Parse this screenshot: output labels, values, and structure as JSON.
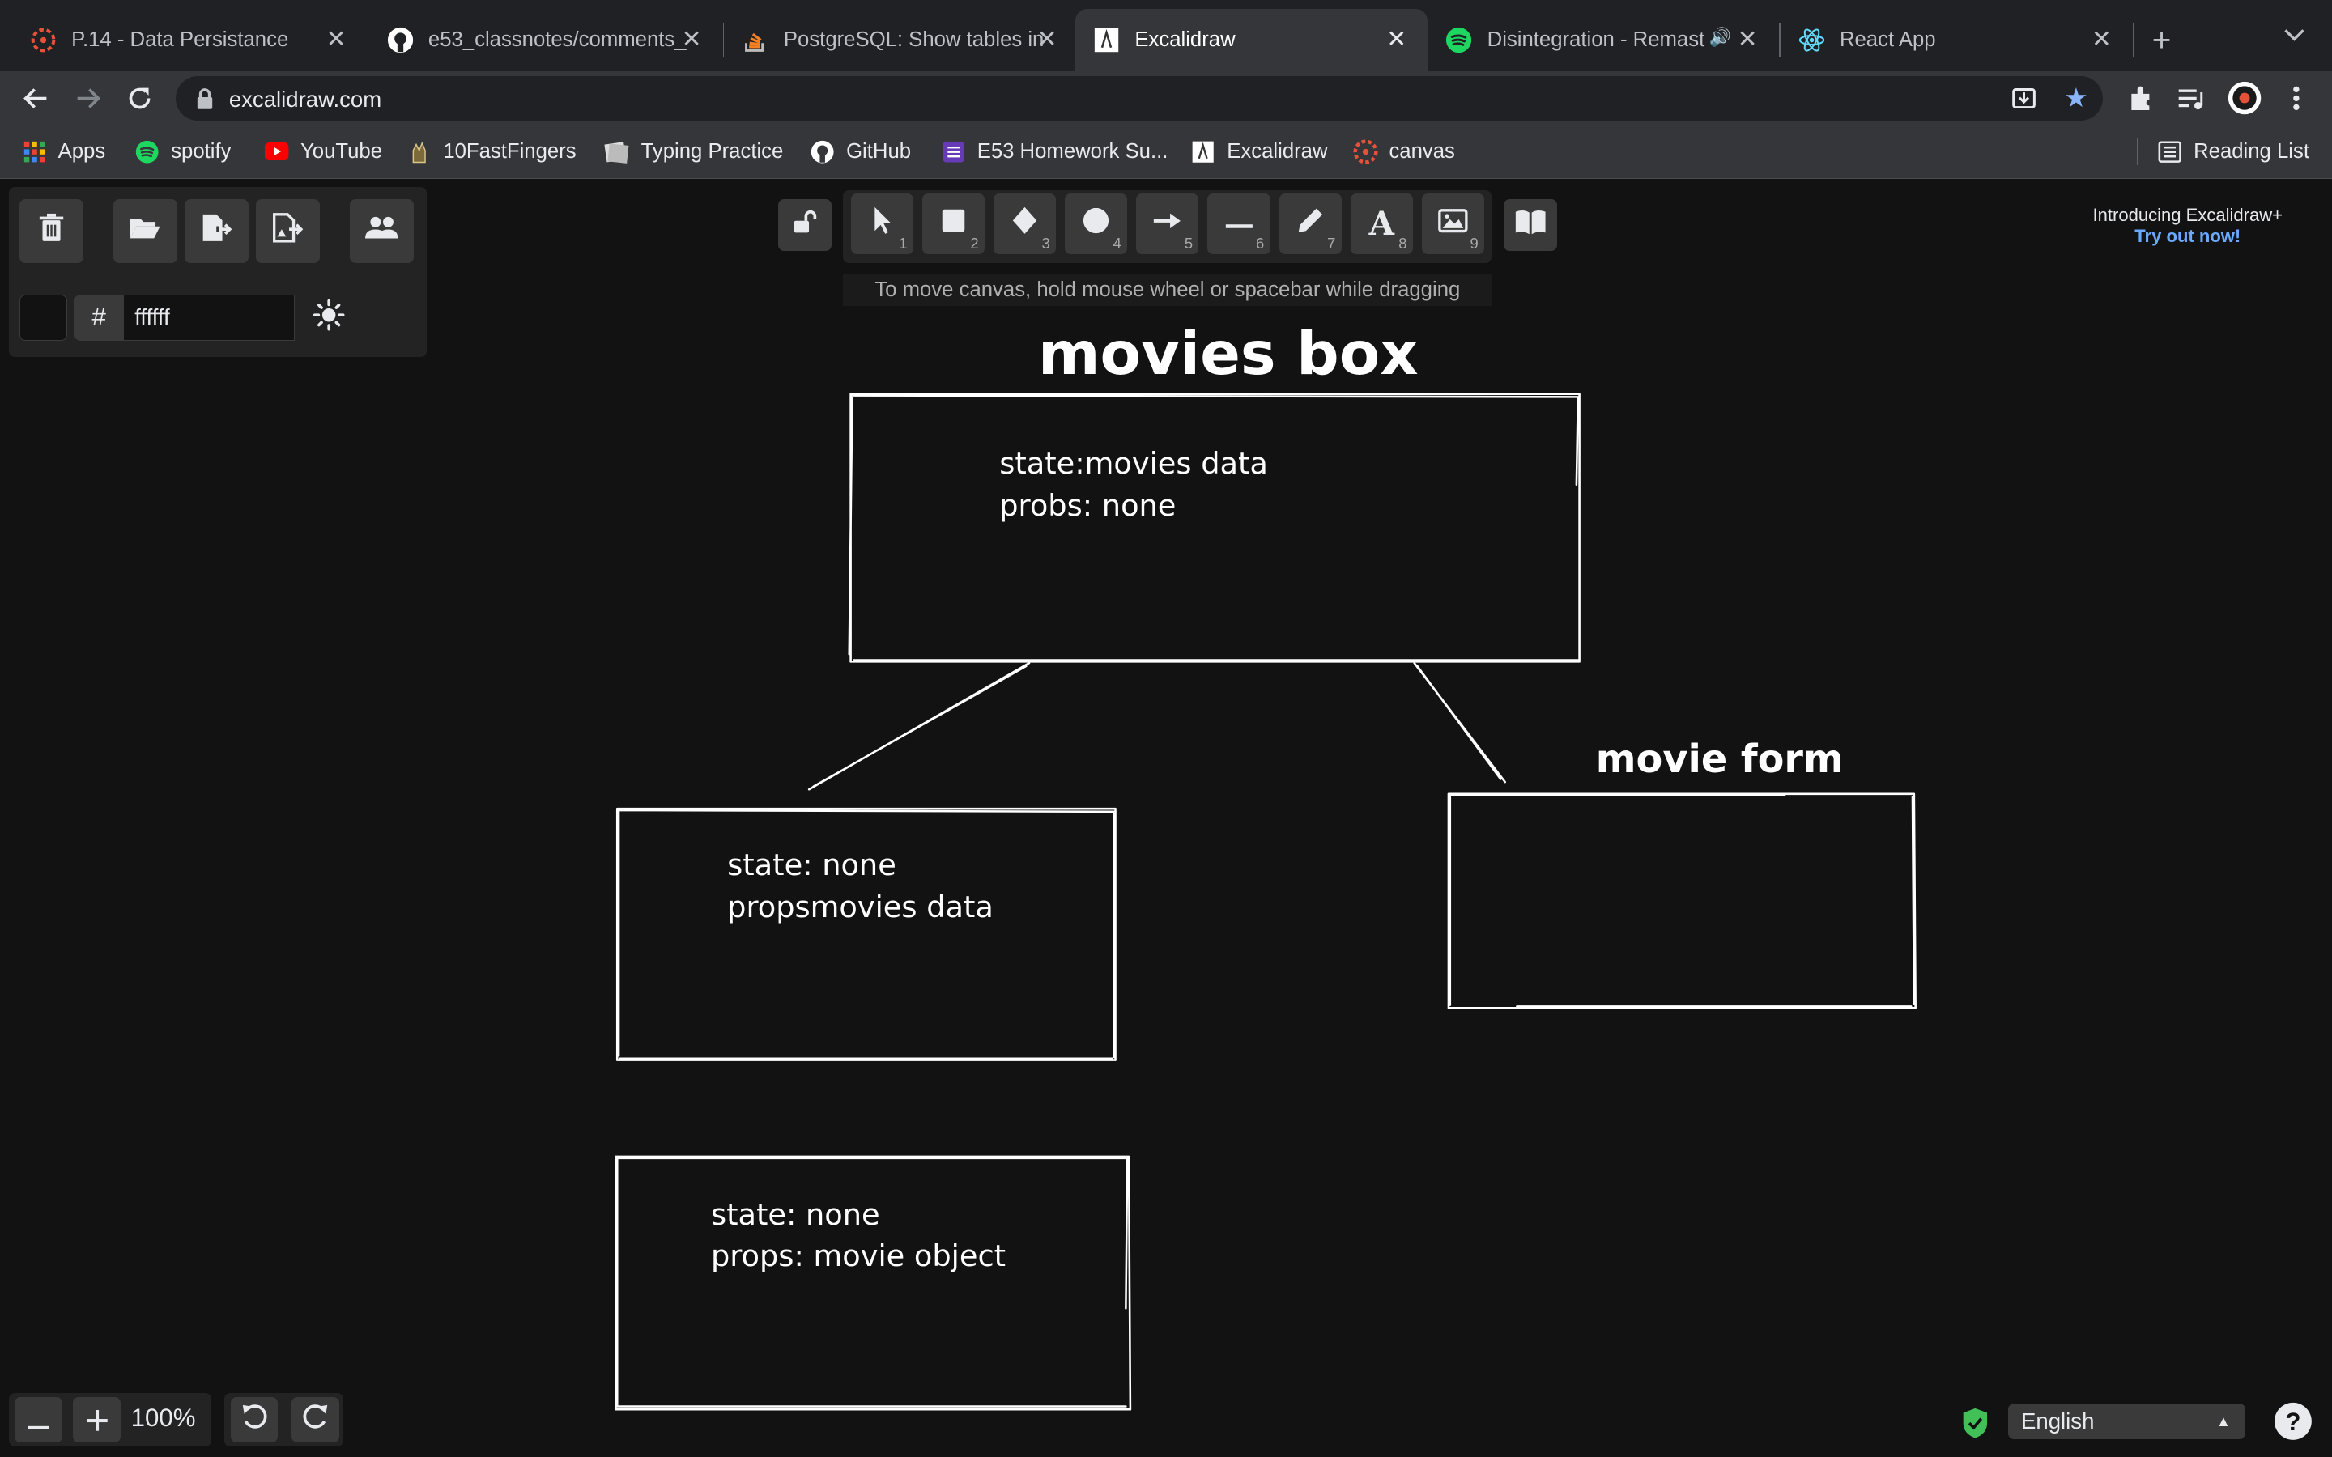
{
  "browser": {
    "tabs": [
      {
        "title": "P.14 - Data Persistance",
        "icon": "ga-logo-icon",
        "active": false
      },
      {
        "title": "e53_classnotes/comments_",
        "icon": "github-icon",
        "active": false
      },
      {
        "title": "PostgreSQL: Show tables in",
        "icon": "stackoverflow-icon",
        "active": false
      },
      {
        "title": "Excalidraw",
        "icon": "excalidraw-icon",
        "active": true
      },
      {
        "title": "Disintegration - Remast",
        "icon": "spotify-icon",
        "active": false
      },
      {
        "title": "React App",
        "icon": "react-icon",
        "active": false
      }
    ],
    "url": "excalidraw.com",
    "bookmarks": [
      {
        "label": "Apps",
        "icon": "apps-grid-icon"
      },
      {
        "label": "spotify",
        "icon": "spotify-icon"
      },
      {
        "label": "YouTube",
        "icon": "youtube-icon"
      },
      {
        "label": "10FastFingers",
        "icon": "tenfastfingers-icon"
      },
      {
        "label": "Typing Practice",
        "icon": "typing-practice-icon"
      },
      {
        "label": "GitHub",
        "icon": "github-icon"
      },
      {
        "label": "E53 Homework Su...",
        "icon": "form-icon"
      },
      {
        "label": "Excalidraw",
        "icon": "excalidraw-icon"
      },
      {
        "label": "canvas",
        "icon": "canvas-icon"
      }
    ],
    "reading_list": "Reading List"
  },
  "excalidraw": {
    "background_hex": "ffffff",
    "hash": "#",
    "tools": [
      {
        "name": "selection",
        "key": "1"
      },
      {
        "name": "rectangle",
        "key": "2"
      },
      {
        "name": "diamond",
        "key": "3"
      },
      {
        "name": "ellipse",
        "key": "4"
      },
      {
        "name": "arrow",
        "key": "5"
      },
      {
        "name": "line",
        "key": "6"
      },
      {
        "name": "draw",
        "key": "7"
      },
      {
        "name": "text",
        "key": "8"
      },
      {
        "name": "image",
        "key": "9"
      }
    ],
    "hint": "To move canvas, hold mouse wheel or spacebar while dragging",
    "promo_line1": "Introducing Excalidraw+",
    "promo_link": "Try out now!",
    "zoom": "100%",
    "language": "English"
  },
  "drawing": {
    "title_movies_box": "movies box",
    "box1_text": "state:movies data\nprobs: none",
    "title_movie_form": "movie form",
    "box2_text": "state: none\npropsmovies data",
    "box3_text": "state: none\nprops: movie object"
  },
  "colors": {
    "canvas": "#121212",
    "island": "#232323",
    "button": "#3a3a3a",
    "stroke": "#ffffff",
    "link": "#6aa9ff",
    "bookmark_star": "#8ab4f8"
  }
}
